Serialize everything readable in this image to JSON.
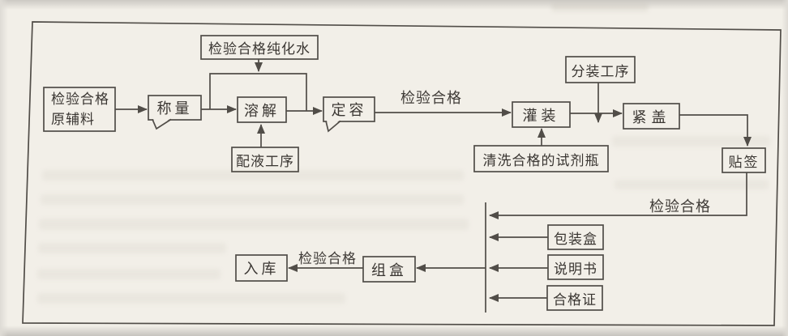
{
  "diagram": {
    "type": "process-flowchart",
    "nodes": {
      "raw_material": {
        "line1": "检验合格",
        "line2": "原辅料"
      },
      "weighing": {
        "label": "称量"
      },
      "purified_water": {
        "label": "检验合格纯化水"
      },
      "dissolving": {
        "label": "溶解"
      },
      "liquid_prep": {
        "label": "配液工序"
      },
      "volume_fixing": {
        "label": "定容"
      },
      "filling": {
        "label": "灌装"
      },
      "dispensing": {
        "label": "分装工序"
      },
      "washed_bottles": {
        "label": "清洗合格的试剂瓶"
      },
      "capping": {
        "label": "紧盖"
      },
      "labeling": {
        "label": "贴签"
      },
      "packing_box": {
        "label": "包装盒"
      },
      "manual": {
        "label": "说明书"
      },
      "certificate": {
        "label": "合格证"
      },
      "assembly": {
        "label": "组盒"
      },
      "warehousing": {
        "label": "入库"
      }
    },
    "edge_labels": {
      "pass1": "检验合格",
      "pass2": "检验合格",
      "pass3": "检验合格"
    },
    "colors": {
      "line": "#514d48",
      "text": "#3a3632",
      "paper": "#f2efe8"
    }
  }
}
